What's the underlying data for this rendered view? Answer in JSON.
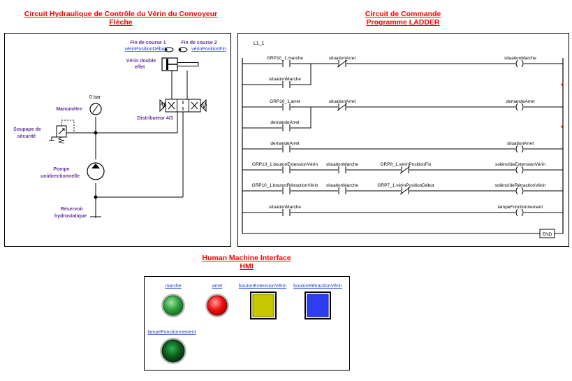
{
  "hydraulic": {
    "title_line1": "Circuit Hydraulique de Contrôle du Vérin du Convoyeur",
    "title_line2": "Flèche",
    "limit_switch_1": "Fin de course 1",
    "limit_switch_1_var": "vérinPositionDébut",
    "limit_switch_2": "Fin de course 2",
    "limit_switch_2_var": "vérinPositionFin",
    "cylinder_line1": "Vérin double",
    "cylinder_line2": "effet",
    "distributor": "Distributeur 4/3",
    "gauge_value": "0 bar",
    "manometer": "Manomètre",
    "relief_line1": "Soupape de",
    "relief_line2": "sécurité",
    "pump_line1": "Pompe",
    "pump_line2": "unidirectionnelle",
    "reservoir_line1": "Réservoir",
    "reservoir_line2": "hydrostatique"
  },
  "ladder": {
    "title_line1": "Circuit de Commande",
    "title_line2": "Programme LADDER",
    "program_label": "L1_1",
    "end_label": "END",
    "rungs": [
      {
        "c1": "GRP10_1.marche",
        "c1b": "situationMarche",
        "c2": "situationArret",
        "coil": "situationMarche"
      },
      {
        "c1": "GRP10_1.arret",
        "c1b": "demandeArret",
        "c2": "situationArret",
        "coil": "demandeArret"
      },
      {
        "c1": "demandeArret",
        "coil": "situationArret"
      },
      {
        "c1": "GRP10_1.boutonExtensionVérin",
        "c2": "situationMarche",
        "c3": "GRP8_1.vérinPositionFin",
        "coil": "solénoïdeExtensionVérin"
      },
      {
        "c1": "GRP10_1.boutonRétractionVérin",
        "c2": "situationMarche",
        "c3": "GRP7_1.vérinPositionDébut",
        "coil": "solénoïdeRétractionVérin"
      },
      {
        "c1": "situationMarche",
        "coil": "lampeFonctionnement"
      }
    ]
  },
  "hmi": {
    "title_line1": "Human Machine Interface",
    "title_line2": "HMI",
    "buttons": [
      {
        "label": "marche",
        "color": "#2e9e3a"
      },
      {
        "label": "arret",
        "color": "#ee1111"
      },
      {
        "label": "boutonExtensionVérin",
        "color": "#c8c800"
      },
      {
        "label": "boutonRétractionVérin",
        "color": "#2f3df0"
      }
    ],
    "lamp": {
      "label": "lampeFonctionnement",
      "color": "#0d5a1c"
    }
  }
}
